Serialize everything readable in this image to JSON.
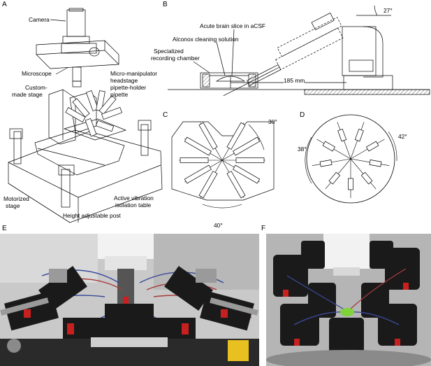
{
  "figure": {
    "panels": {
      "a": {
        "letter": "A",
        "labels": {
          "camera": "Camera",
          "microscope": "Microscope",
          "custom_stage_1": "Custom-",
          "custom_stage_2": "made stage",
          "manipulator_1": "Micro-manipulator",
          "manipulator_2": "headstage",
          "manipulator_3": "pipette-holder",
          "manipulator_4": "pipette",
          "motorized_1": "Motorized",
          "motorized_2": "stage",
          "vibration_1": "Active vibration",
          "vibration_2": "isolation table",
          "post": "Height adjustable post"
        }
      },
      "b": {
        "letter": "B",
        "labels": {
          "angle": "27°",
          "slice": "Acute brain slice in aCSF",
          "cleaning": "Alconox cleaning solution",
          "chamber_1": "Specialized",
          "chamber_2": "recording chamber",
          "distance": "185 mm"
        }
      },
      "c": {
        "letter": "C",
        "labels": {
          "angle_top": "30°",
          "angle_bottom": "40°"
        }
      },
      "d": {
        "letter": "D",
        "labels": {
          "angle_left": "38°",
          "angle_right": "42°"
        }
      },
      "e": {
        "letter": "E"
      },
      "f": {
        "letter": "F"
      }
    },
    "colors": {
      "line": "#000000",
      "photo_bg_e": "#c9c9c9",
      "photo_bg_f": "#b5b5b5",
      "manipulator_black": "#1a1a1a",
      "cap_red": "#c8201e",
      "cable_blue": "#3a4a9a",
      "cable_red": "#a83b3b",
      "steel": "#9a9a9a",
      "yellow": "#e8c020",
      "green_glow": "#7fd23a"
    }
  }
}
